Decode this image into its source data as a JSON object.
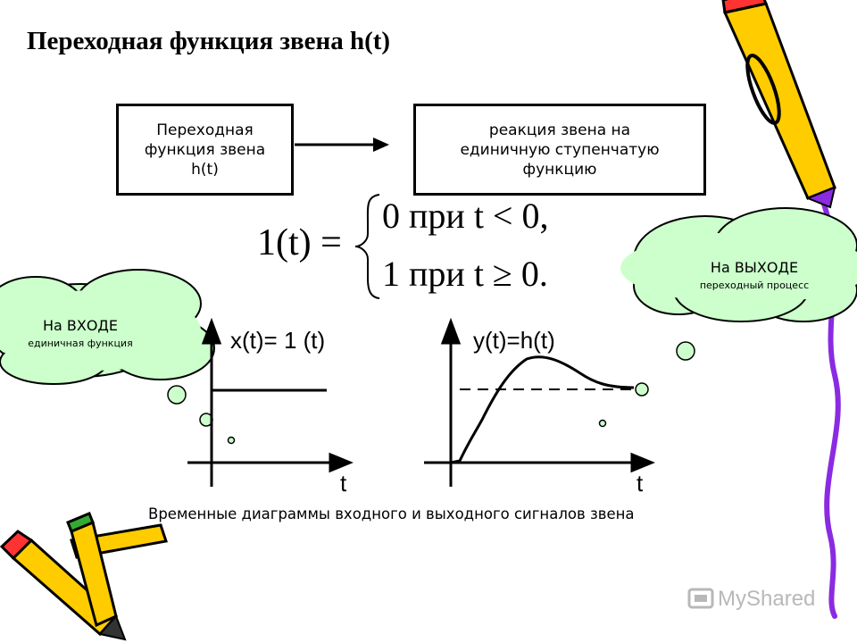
{
  "slide": {
    "title": "Переходная функция звена h(t)",
    "box_left": "Переходная\nфункция звена\nh(t)",
    "box_right": "реакция звена на\nединичную ступенчатую\nфункцию",
    "formula": {
      "lhs": "1(t) =",
      "case_1_value": "0",
      "case_1_word": "при",
      "case_1_condition": "t < 0,",
      "case_2_value": "1",
      "case_2_word": "при",
      "case_2_condition": "t ≥ 0."
    },
    "cloud_input": {
      "title": "На ВХОДЕ",
      "subtitle": "единичная функция"
    },
    "cloud_output": {
      "title": "На ВЫХОДЕ",
      "subtitle": "переходный процесс"
    },
    "plot_input": {
      "label": "x(t)= 1 (t)",
      "axis_label": "t"
    },
    "plot_output": {
      "label": "y(t)=h(t)",
      "axis_label": "t"
    },
    "caption": "Временные диаграммы входного и выходного сигналов звена",
    "watermark": "MyShared"
  },
  "colors": {
    "cloud_fill": "#ccffcc",
    "pencil_body": "#ffcc00",
    "pencil_tip": "#ff3333",
    "purple_line": "#8a2be2",
    "watermark": "#b8b8b8"
  }
}
